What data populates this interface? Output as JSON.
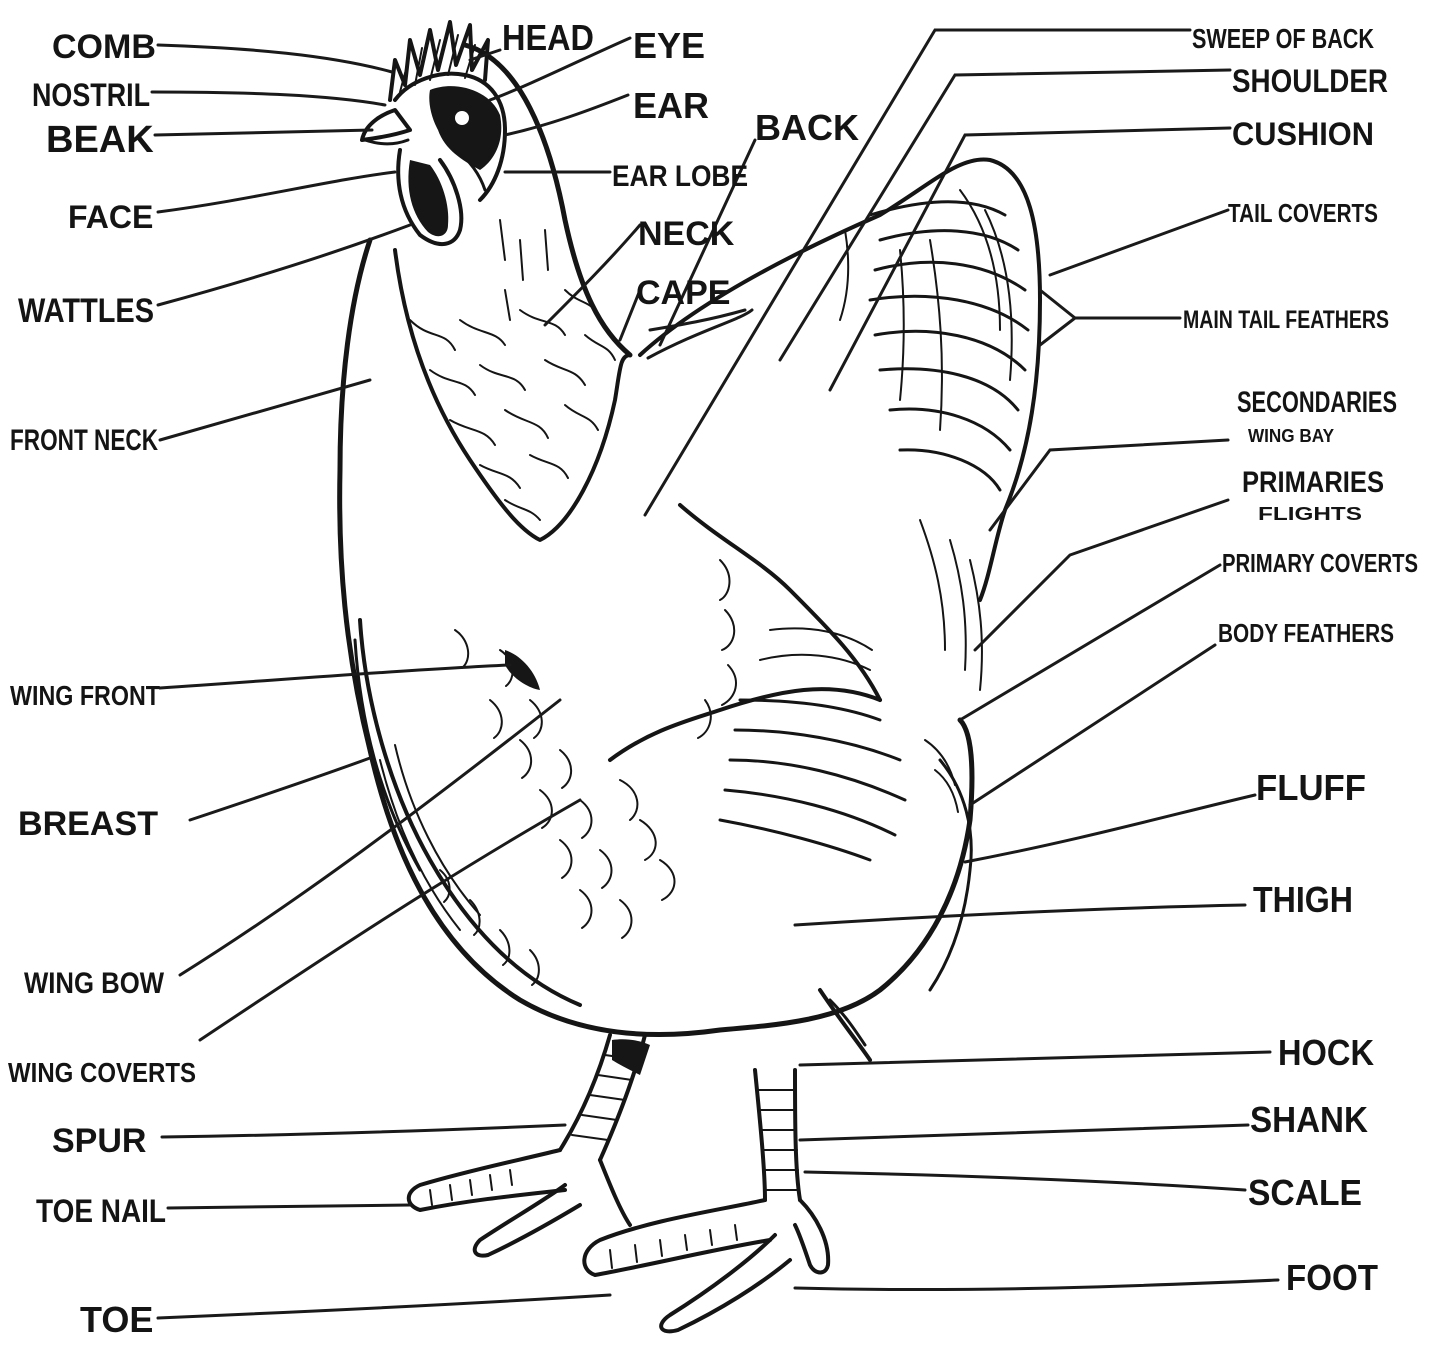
{
  "labels": {
    "comb": "COMB",
    "nostril": "NOSTRIL",
    "beak": "BEAK",
    "face": "FACE",
    "wattles": "WATTLES",
    "front_neck": "FRONT NECK",
    "wing_front": "WING FRONT",
    "breast": "BREAST",
    "wing_bow": "WING BOW",
    "wing_coverts": "WING COVERTS",
    "spur": "SPUR",
    "toe_nail": "TOE NAIL",
    "toe": "TOE",
    "head": "HEAD",
    "eye": "EYE",
    "ear": "EAR",
    "ear_lobe": "EAR LOBE",
    "neck": "NECK",
    "cape": "CAPE",
    "back": "BACK",
    "sweep_of_back": "SWEEP OF BACK",
    "shoulder": "SHOULDER",
    "cushion": "CUSHION",
    "tail_coverts": "TAIL COVERTS",
    "main_tail_feathers": "MAIN TAIL FEATHERS",
    "secondaries": "SECONDARIES",
    "wing_bay": "WING BAY",
    "primaries": "PRIMARIES",
    "flights": "FLIGHTS",
    "primary_coverts": "PRIMARY COVERTS",
    "body_feathers": "BODY FEATHERS",
    "fluff": "FLUFF",
    "thigh": "THIGH",
    "hock": "HOCK",
    "shank": "SHANK",
    "scale": "SCALE",
    "foot": "FOOT"
  }
}
